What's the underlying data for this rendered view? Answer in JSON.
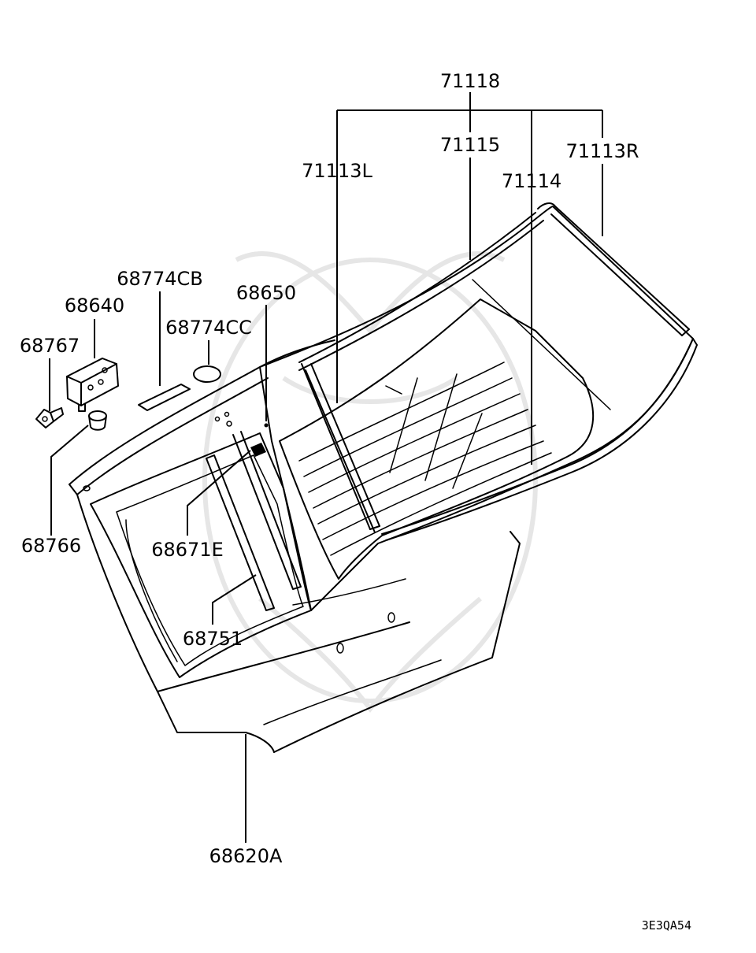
{
  "diagram": {
    "labels": {
      "p71118": "71118",
      "p71115": "71115",
      "p71113R": "71113R",
      "p71113L": "71113L",
      "p71114": "71114",
      "p68774CB": "68774CB",
      "p68650": "68650",
      "p68640": "68640",
      "p68774CC": "68774CC",
      "p68767": "68767",
      "p68766": "68766",
      "p68671E": "68671E",
      "p68751": "68751",
      "p68620A": "68620A"
    },
    "code": "3E3QA54"
  },
  "colors": {
    "line": "#000000",
    "background": "#ffffff",
    "watermark": "#e6e6e6"
  }
}
